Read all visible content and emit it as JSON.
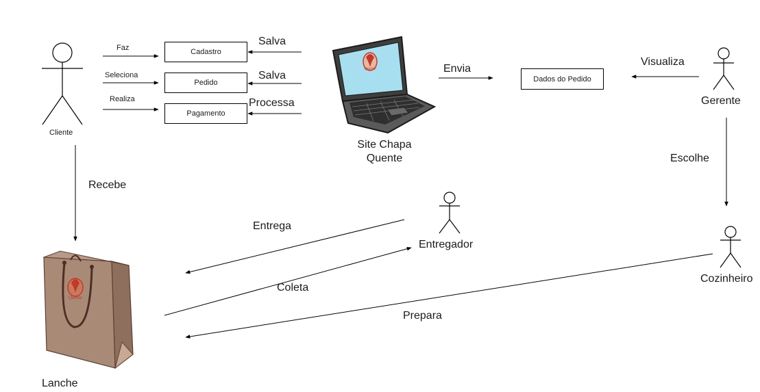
{
  "actors": {
    "cliente": "Cliente",
    "gerente": "Gerente",
    "entregador": "Entregador",
    "cozinheiro": "Cozinheiro"
  },
  "boxes": {
    "cadastro": "Cadastro",
    "pedido": "Pedido",
    "pagamento": "Pagamento",
    "dados_pedido": "Dados do Pedido"
  },
  "site": {
    "line1": "Site Chapa",
    "line2": "Quente"
  },
  "bag": {
    "label": "Lanche"
  },
  "logo": {
    "text": "Quente"
  },
  "arrows": {
    "faz": "Faz",
    "seleciona": "Seleciona",
    "realiza": "Realiza",
    "salva_1": "Salva",
    "salva_2": "Salva",
    "processa": "Processa",
    "envia": "Envia",
    "visualiza": "Visualiza",
    "escolhe": "Escolhe",
    "recebe": "Recebe",
    "entrega": "Entrega",
    "coleta": "Coleta",
    "prepara": "Prepara"
  },
  "colors": {
    "screen": "#a8dff0",
    "laptop_body": "#5a5a5a",
    "bag_front": "#a98a77",
    "bag_side": "#8e6f5e",
    "logo": "#c0392b"
  }
}
